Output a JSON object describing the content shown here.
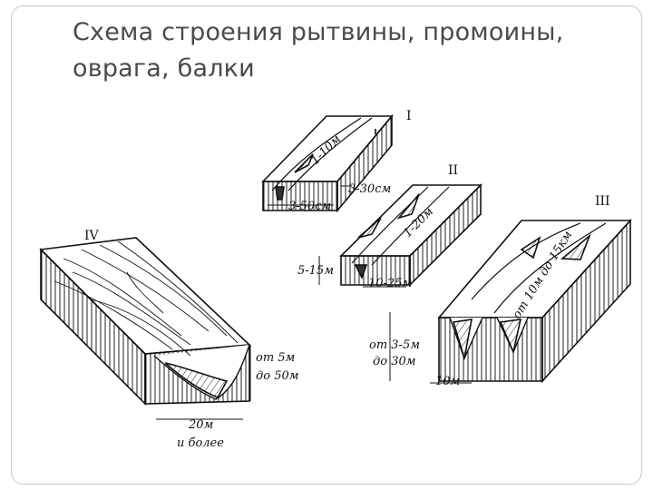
{
  "slide": {
    "title_line1": "Схема строения рытвины, промоины,",
    "title_line2": "оврага, балки"
  },
  "diagram": {
    "I": {
      "number": "I",
      "length": "1-10м",
      "width": "3-50см",
      "depth": "3-30см"
    },
    "II": {
      "number": "II",
      "length": "1-20м",
      "depth": "5-15м",
      "width": "10-25м"
    },
    "III": {
      "number": "III",
      "length": "от 10м до 15км",
      "depth_line1": "от 3-5м",
      "depth_line2": "до 30м",
      "width": "10м"
    },
    "IV": {
      "number": "IV",
      "depth_line1": "от 5м",
      "depth_line2": "до 50м",
      "width_line1": "20м",
      "width_line2": "и более"
    }
  }
}
